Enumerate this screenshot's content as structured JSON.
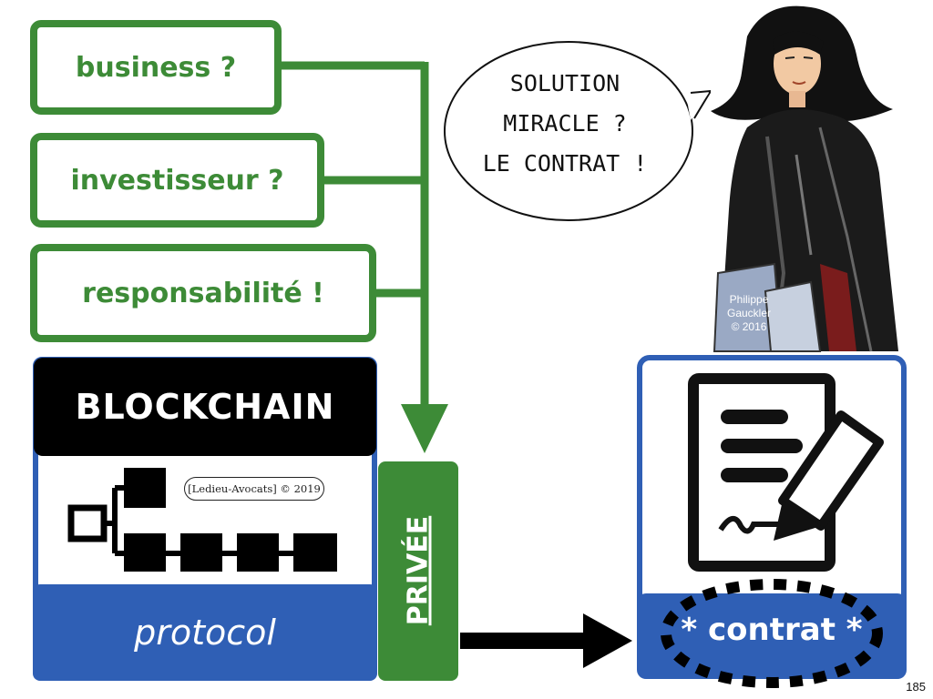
{
  "questions": {
    "business": "business ?",
    "investisseur": "investisseur ?",
    "responsabilite": "responsabilité !"
  },
  "blockchain": {
    "header": "BLOCKCHAIN",
    "credit": "[Ledieu-Avocats] © 2019",
    "protocol": "protocol"
  },
  "privee": {
    "label": "PRIVÉE"
  },
  "speech_bubble": {
    "lines": [
      "SOLUTION",
      "MIRACLE ?",
      "LE CONTRAT !"
    ]
  },
  "artist_credit": {
    "lines": [
      "Philippe",
      "Gauckler",
      "© 2016"
    ]
  },
  "contrat": {
    "label": "* contrat *"
  },
  "page_number": "185",
  "icons": [
    "blockchain-chain-icon",
    "contract-signature-icon",
    "pen-icon",
    "arrow-right-icon",
    "arrow-down-icon"
  ],
  "colors": {
    "green": "#3d8b37",
    "blue": "#2f5fb5",
    "black": "#000000"
  }
}
